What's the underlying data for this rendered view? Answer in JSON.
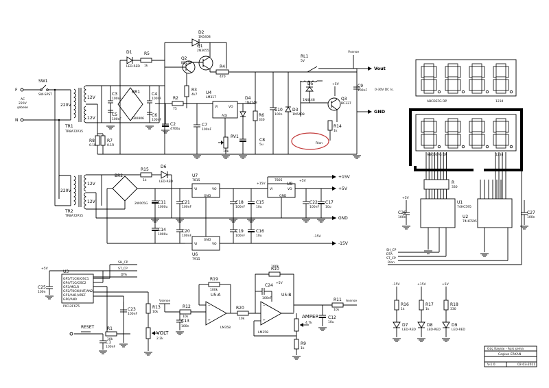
{
  "labels": {
    "sw1": "SW1",
    "sw1_type": "SW-SPST",
    "f": "F",
    "n": "N",
    "ac": "AC",
    "ac_v": "220V",
    "ac_s": "şebeke",
    "tr1_220": "220V",
    "tr1_12a": "12V",
    "tr1_12b": "12V",
    "tr1": "TR1",
    "tr1_type": "TR8A72P35",
    "tr2_220": "220V",
    "tr2_12a": "12V",
    "tr2_12b": "12V",
    "tr2": "TR2",
    "tr2_type": "TR8A72P35",
    "c3": "C3",
    "c3v": "100nF",
    "c5": "C5",
    "c5v": "100nF",
    "br1": "BR1",
    "br1v": "KBU806",
    "c4": "C4",
    "c4v": "100nF",
    "c6": "C6",
    "c6v": "100nF",
    "r8": "R8",
    "r8v": "0.1R",
    "r7": "R7",
    "r7v": "0.1R",
    "d1": "D1",
    "d1v": "LED-RED",
    "r5": "R5",
    "r5v": "1k",
    "d2": "D2",
    "d2v": "1N5408",
    "q1": "Q1",
    "q1v": "2N3055",
    "q2": "Q2",
    "q2v": "BD139",
    "r4": "R4",
    "r4v": "470",
    "r3": "R3",
    "r3v": "4k7",
    "u4": "U4",
    "u4v": "LM317",
    "d4": "D4",
    "d4v": "1N4148",
    "r2": "R2",
    "r2v": "75",
    "c2": "C2",
    "c2v": "4700u",
    "c7": "C7",
    "c7v": "100nF",
    "r6": "R6",
    "r6v": "330",
    "rv1": "RV1",
    "rv1v": "10k",
    "c8": "C8",
    "c8v": "5u",
    "c10": "C10",
    "c10v": "100n",
    "d3": "D3",
    "d3v": "1N5408",
    "rl1": "RL1",
    "rl1v": "5V",
    "d5": "D5",
    "d5v": "1N4148",
    "q3": "Q3",
    "q3v": "BC337",
    "r14": "R14",
    "r14v": "1k",
    "c9": "C9",
    "c9v": "100nF",
    "rlon": "Rlon",
    "vsense": "Vsense",
    "vout": "Vout",
    "range": "0-30V DC ls.",
    "gnd": "GND",
    "p5a": "+5V",
    "br2": "BR2",
    "br2v": "2W005G",
    "r15": "R15",
    "r15v": "1k",
    "d6": "D6",
    "d6v": "LED-RED",
    "u7": "U7",
    "u7v": "7815",
    "u8": "U8",
    "u8v": "7805",
    "u6": "U6",
    "u6v": "7915",
    "c11": "C11",
    "c11v": "1000u",
    "c14": "C14",
    "c14v": "1000u",
    "c21": "C21",
    "c21v": "100nF",
    "c20": "C20",
    "c20v": "100nF",
    "c18": "C18",
    "c18v": "100nF",
    "c19": "C19",
    "c19v": "100nF",
    "c15": "C15",
    "c15v": "10u",
    "c16": "C16",
    "c16v": "10u",
    "c22": "C22",
    "c22v": "100nF",
    "c17": "C17",
    "c17v": "10u",
    "p15": "+15V",
    "p5": "+5V",
    "gnd2": "GND",
    "m15": "-15V",
    "p5b": "+5V",
    "m15b": "-15V",
    "r": "R",
    "rv": "330",
    "u1": "U1",
    "u1v": "74HC595",
    "u2": "U2",
    "u2v": "74HC595",
    "c26": "C26",
    "c26v": "100n",
    "c27": "C27",
    "c27v": "100n",
    "abc1": "ABCDEFG  DP",
    "num1": "1234",
    "abc2": "ABCDEFG  DP",
    "num2": "1234",
    "shcp": "SH_CP",
    "stcp": "ST_CP",
    "dta": "DTA",
    "rlon2": "Rlon",
    "p5c": "+5V",
    "u3": "U3",
    "u3v": "PIC12F675",
    "u3p1": "GP5/T1CKI/OSC1",
    "u3p2": "GP4/T1G/OSC2",
    "u3p3": "GP3/MCLR",
    "u3p4": "GP2/T0CKI/INT/AN2",
    "u3p5": "GP1/AN1/VREF",
    "u3p6": "GP0/AN0",
    "c25": "C25",
    "c25v": "100n",
    "sh2": "SH_CP",
    "st2": "ST_CP",
    "dta2": "DTA",
    "c23": "C23",
    "c23v": "100nF",
    "r13": "R13",
    "r13v": "10k",
    "reset": "RESET",
    "r1": "R1",
    "r1v": "10k",
    "c1": "C1",
    "c1v": "100nF",
    "volt": "VOLT",
    "voltv": "2.2k",
    "vsense2": "Vsense",
    "r12": "R12",
    "r12v": "10k",
    "c13": "C13",
    "c13v": "100n",
    "r19": "R19",
    "r19v": "100k",
    "u5a": "U5:A",
    "u5av": "LM358",
    "r20": "R20",
    "r20v": "10k",
    "r10": "R10",
    "r10v": "100k",
    "c24": "C24",
    "c24v": "100nF",
    "u5b": "U5:B",
    "u5bv": "LM358",
    "p5d": "+5V",
    "amper": "AMPER",
    "amperv": "4.7k",
    "r9": "R9",
    "r9v": "1k",
    "r11": "R11",
    "r11v": "10k",
    "asense": "Asense",
    "c12": "C12",
    "c12v": "10u",
    "m15c": "-15V",
    "p15c": "+15V",
    "p5e": "+5V",
    "r16": "R16",
    "r16v": "1k",
    "r17": "R17",
    "r17v": "1k",
    "r18": "R18",
    "r18v": "330",
    "d7": "D7",
    "d7v": "LED-RED",
    "d8": "D8",
    "d8v": "LED-RED",
    "d9": "D9",
    "d9v": "LED-RED",
    "asense2": "Asense"
  },
  "title_block": {
    "title": "Güç Kaynaı - Açık şema",
    "author": "Coşkun ERKAN",
    "version": "V-1.0",
    "date": "02-03-2011"
  },
  "displays": {
    "digits_top": [
      "8.",
      "8.",
      "8.",
      "8."
    ],
    "digits_bottom": [
      "8.",
      "8.",
      "8.",
      "8."
    ]
  }
}
